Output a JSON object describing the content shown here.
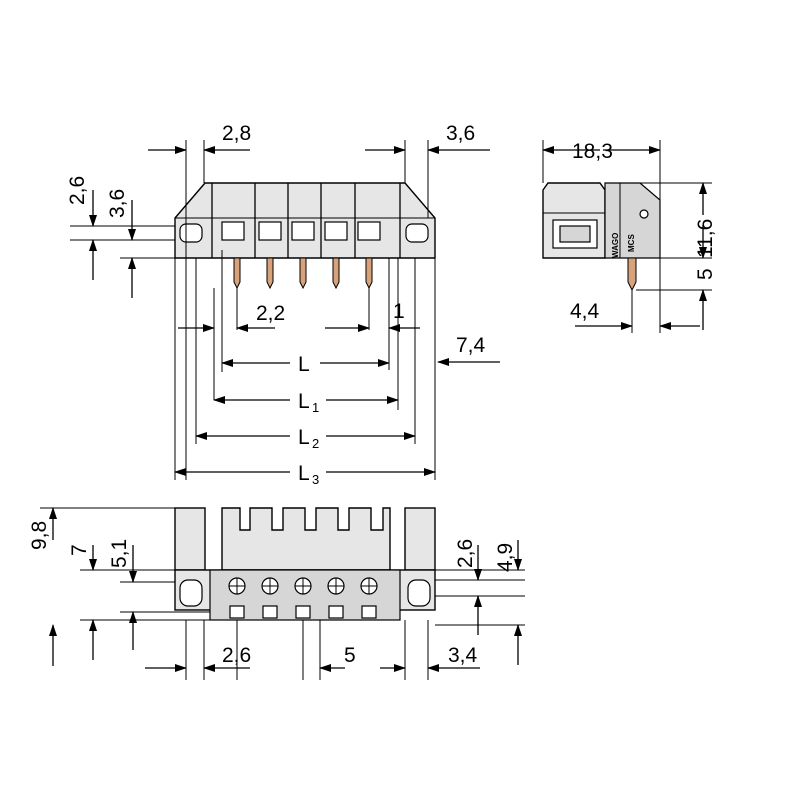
{
  "dimensions": {
    "top_pitch_left": "2,8",
    "top_right_overhang": "3,6",
    "top_height_a": "2,6",
    "top_height_b": "3,6",
    "pin_spacing": "2,2",
    "pin_offset": "1",
    "right_offset": "7,4",
    "side_width": "18,3",
    "side_height": "11,6",
    "side_pin_length": "5",
    "side_pin_offset": "4,4",
    "front_height_a": "9,8",
    "front_height_b": "7",
    "front_height_c": "5,1",
    "front_height_d": "2,6",
    "front_height_e": "4,9",
    "front_left": "2,6",
    "front_pitch": "5",
    "front_right": "3,4"
  },
  "lengths": {
    "l": "L",
    "l1_base": "L",
    "l1_sub": "1",
    "l2_base": "L",
    "l2_sub": "2",
    "l3_base": "L",
    "l3_sub": "3"
  },
  "brand_marks": {
    "wago": "WAGO",
    "mcs": "MCS"
  }
}
